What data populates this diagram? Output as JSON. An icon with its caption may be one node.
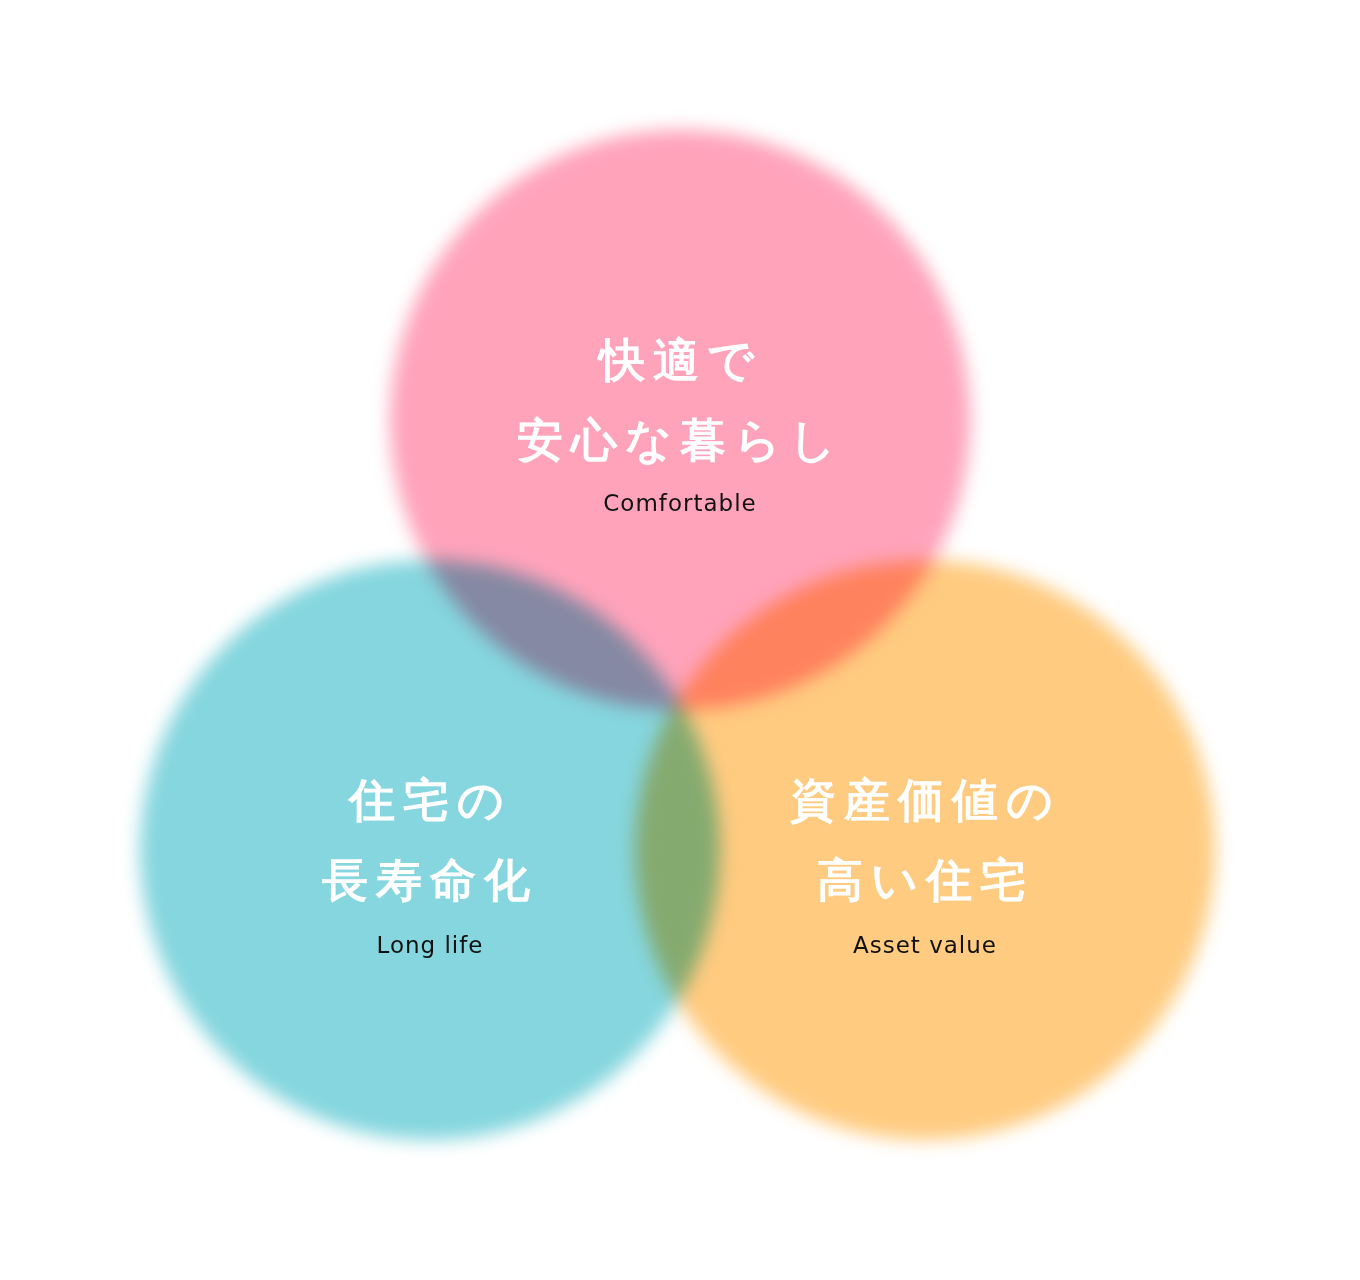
{
  "diagram": {
    "nodes": [
      {
        "text": [
          "快適で安心な暮らし",
          "Comfortable"
        ]
      },
      {
        "text": [
          "住宅の長寿命化",
          "Long life"
        ]
      },
      {
        "text": [
          "資産価値の高い住宅",
          "Asset value"
        ]
      }
    ]
  }
}
